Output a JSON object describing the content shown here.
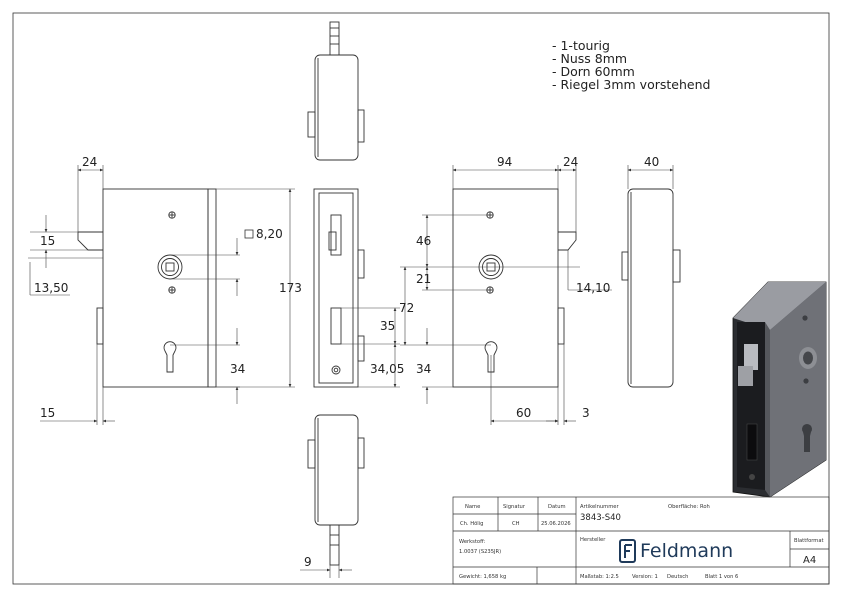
{
  "notes": [
    "- 1-tourig",
    "- Nuss 8mm",
    "- Dorn 60mm",
    "- Riegel 3mm vorstehend"
  ],
  "dimensions": {
    "left_latch_width": "24",
    "left_latch_height": "15",
    "left_latch_offset": "13,50",
    "square_nut": "8,20",
    "overall_height": "173",
    "keyhole_to_bottom_left": "34",
    "left_bottom_offset": "15",
    "bolt_position": "35",
    "bolt_to_bottom": "34,05",
    "width_total": "94",
    "latch_projection_right": "24",
    "depth": "40",
    "nut_to_top_screw": "46",
    "nut_to_bottom_screw": "21",
    "nut_to_keyhole": "72",
    "keyhole_to_bottom_right": "34",
    "latch_offset_right": "14,10",
    "backset": "60",
    "bolt_projection": "3",
    "cylinder_pin": "9"
  },
  "title_block": {
    "headers": {
      "name": "Name",
      "signatur": "Signatur",
      "datum": "Datum",
      "artikelnummer": "Artikelnummer",
      "oberflaeche": "Oberfläche:",
      "blattformat": "Blattformat"
    },
    "row": {
      "name": "Ch. Hölig",
      "signatur": "CH",
      "datum": "25.06.2026"
    },
    "article_number": "3843-S40",
    "surface": "Roh",
    "werkstoff_label": "Werkstoff:",
    "werkstoff_value": "1.0037 (S235JR)",
    "hersteller_label": "Hersteller",
    "logo_text": "Feldmann",
    "format": "A4",
    "weight": "Gewicht: 1,658 kg",
    "scale": "Maßstab: 1:2.5",
    "version": "Version: 1",
    "language": "Deutsch",
    "sheet": "Blatt 1 von 6"
  },
  "colors": {
    "line": "#333333",
    "dim_line": "#444444",
    "logo": "#1f3a5a",
    "render_body": "#6f7177",
    "render_face": "#2b2d31",
    "render_light": "#b9bbc0"
  }
}
